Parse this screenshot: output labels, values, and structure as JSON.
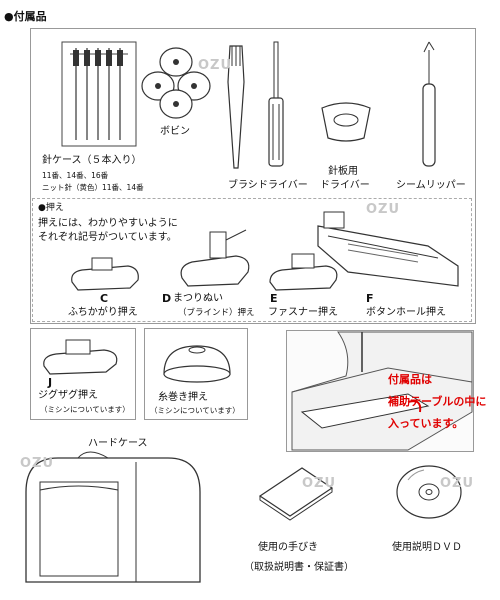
{
  "title": "●付属品",
  "top_group": {
    "needle_case_label": "針ケース（５本入り）",
    "needle_case_sub1": "11番、14番、16番",
    "needle_case_sub2": "ニット針（黄色）11番、14番",
    "bobbin_label": "ボビン",
    "brush_label": "ブラシ",
    "screwdriver_label": "ドライバー",
    "plate_driver_label1": "針板用",
    "plate_driver_label2": "ドライバー",
    "seam_ripper_label": "シームリッパー"
  },
  "presser": {
    "heading": "●押え",
    "desc1": "押えには、わかりやすいように",
    "desc2": "それぞれ記号がついています。",
    "c_letter": "C",
    "c_label": "ふちかがり押え",
    "d_letter": "D",
    "d_label": "まつりぬい",
    "d_sub": "（ブラインド）押え",
    "e_letter": "E",
    "e_label": "ファスナー押え",
    "f_letter": "F",
    "f_label": "ボタンホール押え"
  },
  "zigzag": {
    "letter": "J",
    "label": "ジグザグ押え",
    "sub": "（ミシンについています）"
  },
  "spool": {
    "label": "糸巻き押え",
    "sub": "（ミシンについています）"
  },
  "callout": {
    "line1": "付属品は",
    "line2": "補助テーブルの中に",
    "line3": "入っています。"
  },
  "hard_case_label": "ハードケース",
  "manual": {
    "label": "使用の手びき",
    "sub": "（取扱説明書・保証書）"
  },
  "dvd_label": "使用説明ＤＶＤ",
  "watermark": "OZU"
}
